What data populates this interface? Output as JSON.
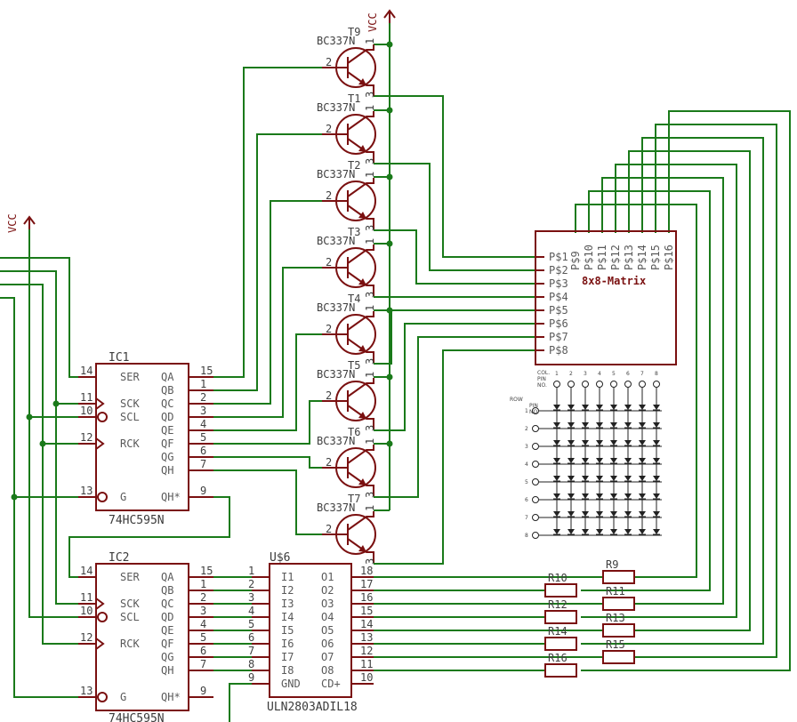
{
  "vcc_label": "VCC",
  "shift_registers": [
    {
      "name": "IC1",
      "part": "74HC595N",
      "left_pins": [
        {
          "num": "14",
          "name": "SER"
        },
        {
          "num": "11",
          "name": "SCK"
        },
        {
          "num": "10",
          "name": "SCL"
        },
        {
          "num": "12",
          "name": "RCK"
        },
        {
          "num": "13",
          "name": "G"
        }
      ],
      "right_pins": [
        {
          "num": "15",
          "name": "QA"
        },
        {
          "num": "1",
          "name": "QB"
        },
        {
          "num": "2",
          "name": "QC"
        },
        {
          "num": "3",
          "name": "QD"
        },
        {
          "num": "4",
          "name": "QE"
        },
        {
          "num": "5",
          "name": "QF"
        },
        {
          "num": "6",
          "name": "QG"
        },
        {
          "num": "7",
          "name": "QH"
        },
        {
          "num": "9",
          "name": "QH*"
        }
      ]
    },
    {
      "name": "IC2",
      "part": "74HC595N",
      "left_pins": [
        {
          "num": "14",
          "name": "SER"
        },
        {
          "num": "11",
          "name": "SCK"
        },
        {
          "num": "10",
          "name": "SCL"
        },
        {
          "num": "12",
          "name": "RCK"
        },
        {
          "num": "13",
          "name": "G"
        }
      ],
      "right_pins": [
        {
          "num": "15",
          "name": "QA"
        },
        {
          "num": "1",
          "name": "QB"
        },
        {
          "num": "2",
          "name": "QC"
        },
        {
          "num": "3",
          "name": "QD"
        },
        {
          "num": "4",
          "name": "QE"
        },
        {
          "num": "5",
          "name": "QF"
        },
        {
          "num": "6",
          "name": "QG"
        },
        {
          "num": "7",
          "name": "QH"
        },
        {
          "num": "9",
          "name": "QH*"
        }
      ]
    }
  ],
  "driver": {
    "name": "U$6",
    "part": "ULN2803ADIL18",
    "left_pins": [
      {
        "num": "1",
        "name": "I1"
      },
      {
        "num": "2",
        "name": "I2"
      },
      {
        "num": "3",
        "name": "I3"
      },
      {
        "num": "4",
        "name": "I4"
      },
      {
        "num": "5",
        "name": "I5"
      },
      {
        "num": "6",
        "name": "I6"
      },
      {
        "num": "7",
        "name": "I7"
      },
      {
        "num": "8",
        "name": "I8"
      },
      {
        "num": "9",
        "name": "GND"
      }
    ],
    "right_pins": [
      {
        "num": "18",
        "name": "O1"
      },
      {
        "num": "17",
        "name": "O2"
      },
      {
        "num": "16",
        "name": "O3"
      },
      {
        "num": "15",
        "name": "O4"
      },
      {
        "num": "14",
        "name": "O5"
      },
      {
        "num": "13",
        "name": "O6"
      },
      {
        "num": "12",
        "name": "O7"
      },
      {
        "num": "11",
        "name": "O8"
      },
      {
        "num": "10",
        "name": "CD+"
      }
    ]
  },
  "transistors": [
    {
      "name": "T9",
      "part": "BC337N",
      "base": "2",
      "collector": "1",
      "emitter": "3"
    },
    {
      "name": "T1",
      "part": "BC337N",
      "base": "2",
      "collector": "1",
      "emitter": "3"
    },
    {
      "name": "T2",
      "part": "BC337N",
      "base": "2",
      "collector": "1",
      "emitter": "3"
    },
    {
      "name": "T3",
      "part": "BC337N",
      "base": "2",
      "collector": "1",
      "emitter": "3"
    },
    {
      "name": "T4",
      "part": "BC337N",
      "base": "2",
      "collector": "1",
      "emitter": "3"
    },
    {
      "name": "T5",
      "part": "BC337N",
      "base": "2",
      "collector": "1",
      "emitter": "3"
    },
    {
      "name": "T6",
      "part": "BC337N",
      "base": "2",
      "collector": "1",
      "emitter": "3"
    },
    {
      "name": "T7",
      "part": "BC337N",
      "base": "2",
      "collector": "1",
      "emitter": "3"
    }
  ],
  "matrix": {
    "name": "8x8-Matrix",
    "left_pins": [
      "P$1",
      "P$2",
      "P$3",
      "P$4",
      "P$5",
      "P$6",
      "P$7",
      "P$8"
    ],
    "top_pins": [
      "P$9",
      "P$10",
      "P$11",
      "P$12",
      "P$13",
      "P$14",
      "P$15",
      "P$16"
    ],
    "col_header": [
      "COL.",
      "PIN",
      "NO."
    ],
    "row_header": [
      "ROW",
      "PIN",
      "NO."
    ],
    "col_numbers": [
      "1",
      "2",
      "3",
      "4",
      "5",
      "6",
      "7",
      "8"
    ],
    "row_numbers": [
      "1",
      "2",
      "3",
      "4",
      "5",
      "6",
      "7",
      "8"
    ]
  },
  "resistors": [
    "R9",
    "R10",
    "R11",
    "R12",
    "R13",
    "R14",
    "R15",
    "R16"
  ]
}
